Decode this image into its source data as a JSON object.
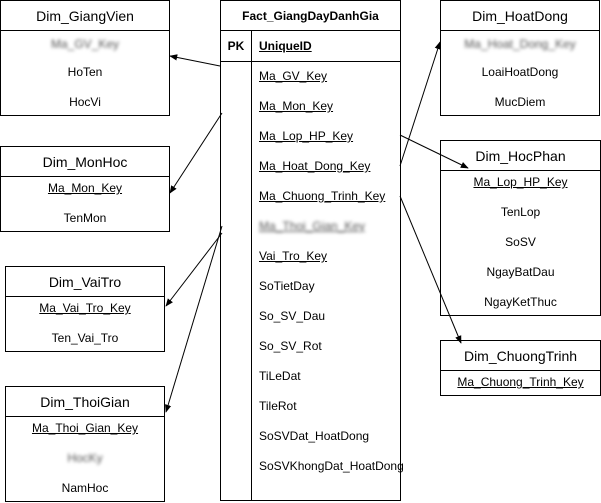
{
  "fact": {
    "title": "Fact_GiangDayDanhGia",
    "pk_label": "PK",
    "pk_field": "UniqueID",
    "fields": [
      "Ma_GV_Key",
      "Ma_Mon_Key",
      "Ma_Lop_HP_Key",
      "Ma_Hoat_Dong_Key",
      "Ma_Chuong_Trinh_Key",
      "Ma_Thoi_Gian_Key",
      "Vai_Tro_Key",
      "SoTietDay",
      "So_SV_Dau",
      "So_SV_Rot",
      "TiLeDat",
      "TileRot",
      "SoSVDat_HoatDong",
      "SoSVKhongDat_HoatDong"
    ]
  },
  "dim_giangvien": {
    "title": "Dim_GiangVien",
    "fields": [
      "Ma_GV_Key",
      "HoTen",
      "HocVi"
    ]
  },
  "dim_monhoc": {
    "title": "Dim_MonHoc",
    "fields": [
      "Ma_Mon_Key",
      "TenMon"
    ]
  },
  "dim_vaitro": {
    "title": "Dim_VaiTro",
    "fields": [
      "Ma_Vai_Tro_Key",
      "Ten_Vai_Tro"
    ]
  },
  "dim_thoigian": {
    "title": "Dim_ThoiGian",
    "fields": [
      "Ma_Thoi_Gian_Key",
      "HocKy",
      "NamHoc"
    ]
  },
  "dim_hoatdong": {
    "title": "Dim_HoatDong",
    "fields": [
      "Ma_Hoat_Dong_Key",
      "LoaiHoatDong",
      "MucDiem"
    ]
  },
  "dim_hocphan": {
    "title": "Dim_HocPhan",
    "fields": [
      "Ma_Lop_HP_Key",
      "TenLop",
      "SoSV",
      "NgayBatDau",
      "NgayKetThuc"
    ]
  },
  "dim_chuongtrinh": {
    "title": "Dim_ChuongTrinh",
    "fields": [
      "Ma_Chuong_Trinh_Key"
    ]
  }
}
